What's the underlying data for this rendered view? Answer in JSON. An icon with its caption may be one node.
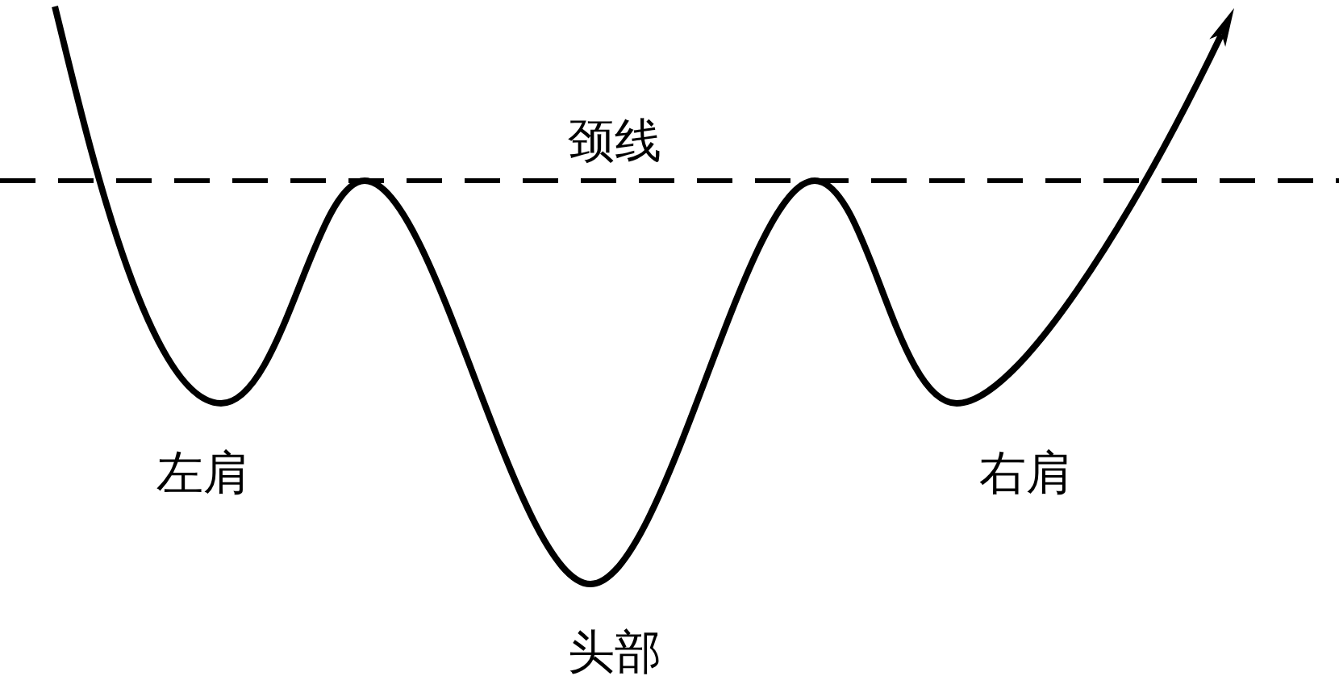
{
  "diagram": {
    "labels": [
      "颈线",
      "左肩",
      "右肩",
      "头部"
    ]
  }
}
